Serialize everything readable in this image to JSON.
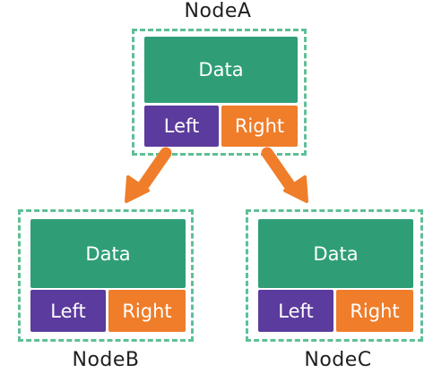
{
  "nodes": {
    "a": {
      "title": "NodeA",
      "data_label": "Data",
      "left_label": "Left",
      "right_label": "Right"
    },
    "b": {
      "title": "NodeB",
      "data_label": "Data",
      "left_label": "Left",
      "right_label": "Right"
    },
    "c": {
      "title": "NodeC",
      "data_label": "Data",
      "left_label": "Left",
      "right_label": "Right"
    }
  },
  "colors": {
    "data": "#2f9e77",
    "left": "#5b3b9d",
    "right": "#ef7d2a",
    "border": "#5fbf96",
    "arrow": "#ef7d2a"
  }
}
